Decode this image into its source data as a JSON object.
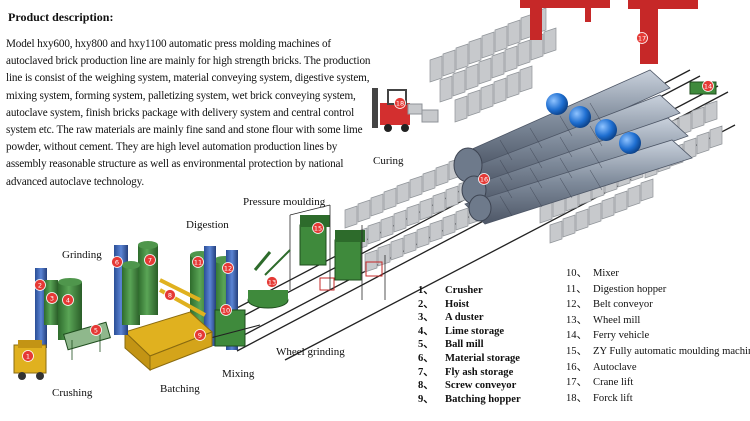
{
  "description": {
    "title": "Product  description:",
    "text": "Model hxy600, hxy800 and hxy1100 automatic press molding machines of autoclaved brick production line are mainly for high strength bricks. The production line is consist of the weighing system, material conveying system, digestive system, mixing system, forming system, palletizing system, wet brick conveying system, autoclave system, finish bricks package with delivery system and central control system etc. The raw materials are mainly fine sand and stone flour with some lime powder, without cement. They are high level automation production lines by assembly reasonable structure as well as environmental protection by national advanced autoclave technology."
  },
  "stage_labels": {
    "crushing": "Crushing",
    "grinding": "Grinding",
    "digestion": "Digestion",
    "batching": "Batching",
    "mixing": "Mixing",
    "pressure_moulding": "Pressure moulding",
    "wheel_grinding": "Wheel grinding",
    "curing": "Curing"
  },
  "legend_left": [
    {
      "num": "1、",
      "label": "Crusher"
    },
    {
      "num": "2、",
      "label": "Hoist"
    },
    {
      "num": "3、",
      "label": "A duster"
    },
    {
      "num": "4、",
      "label": "Lime storage"
    },
    {
      "num": "5、",
      "label": "Ball mill"
    },
    {
      "num": "6、",
      "label": "Material storage"
    },
    {
      "num": "7、",
      "label": "Fly ash storage"
    },
    {
      "num": "8、",
      "label": "Screw conveyor"
    },
    {
      "num": "9、",
      "label": "Batching hopper"
    }
  ],
  "legend_right": [
    {
      "num": "10、",
      "label": "Mixer"
    },
    {
      "num": "11、",
      "label": "Digestion hopper"
    },
    {
      "num": "12、",
      "label": "Belt conveyor"
    },
    {
      "num": "13、",
      "label": "Wheel mill"
    },
    {
      "num": "14、",
      "label": "Ferry vehicle"
    },
    {
      "num": "15、",
      "label": "ZY Fully automatic moulding machine"
    },
    {
      "num": "16、",
      "label": "Autoclave"
    },
    {
      "num": "17、",
      "label": "Crane lift"
    },
    {
      "num": "18、",
      "label": "Forck lift"
    }
  ],
  "markers": [
    "1",
    "2",
    "3",
    "4",
    "5",
    "6",
    "7",
    "8",
    "9",
    "10",
    "11",
    "12",
    "13",
    "14",
    "15",
    "16",
    "17",
    "18"
  ],
  "colors": {
    "equipment_green": "#3f8a3c",
    "hoist_blue": "#3b63b3",
    "autoclave_steel": "#8a96a8",
    "sphere_blue": "#1f6fd1",
    "crane_red": "#c62828",
    "batching_yellow": "#e0b11f",
    "brick_grey": "#c7c9cc",
    "marker_red": "#e53935"
  }
}
